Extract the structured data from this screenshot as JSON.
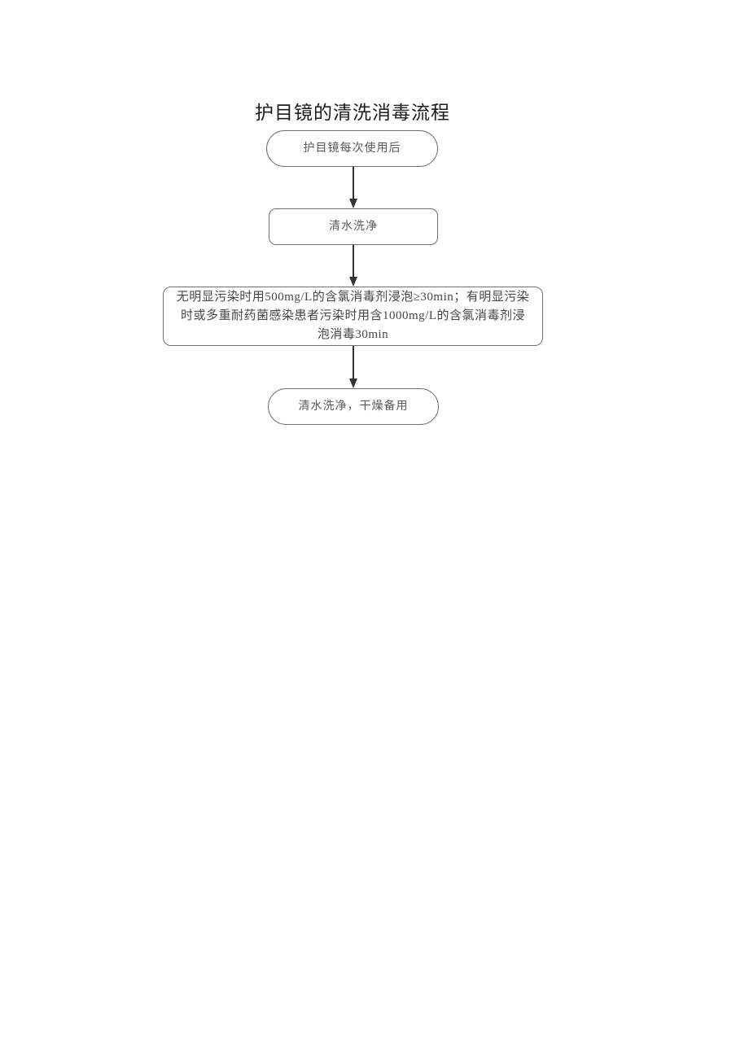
{
  "document": {
    "title": "护目镜的清洗消毒流程"
  },
  "flowchart": {
    "nodes": [
      {
        "id": "after-use",
        "shape": "stadium",
        "text": "护目镜每次使用后"
      },
      {
        "id": "rinse",
        "shape": "rounded-rect",
        "text": "清水洗净"
      },
      {
        "id": "disinfect",
        "shape": "rounded-rect",
        "text": "无明显污染时用500mg/L的含氯消毒剂浸泡≥30min；有明显污染时或多重耐药菌感染患者污染时用含1000mg/L的含氯消毒剂浸泡消毒30min"
      },
      {
        "id": "final-rinse",
        "shape": "stadium",
        "text": "清水洗净，干燥备用"
      }
    ],
    "connectors": [
      {
        "from": "after-use",
        "to": "rinse",
        "type": "arrow-down"
      },
      {
        "from": "rinse",
        "to": "disinfect",
        "type": "arrow-down"
      },
      {
        "from": "disinfect",
        "to": "final-rinse",
        "type": "arrow-down"
      }
    ],
    "colors": {
      "page_background": "#ffffff",
      "title_text": "#1c1c1c",
      "node_border": "#6e6e6e",
      "node_text": "#595959",
      "disinfect_node_text": "#464646",
      "arrow": "#333333"
    }
  }
}
